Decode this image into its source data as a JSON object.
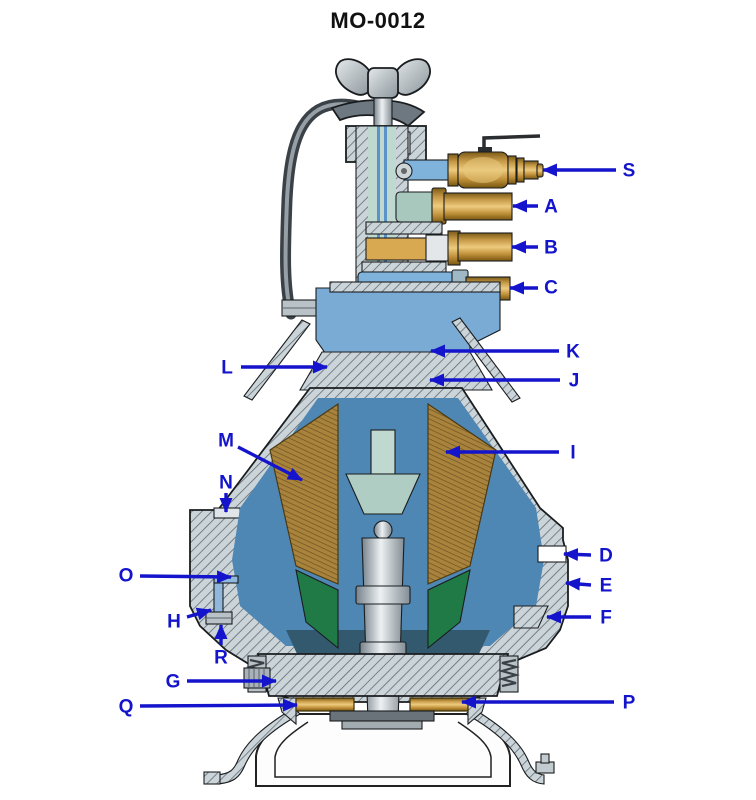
{
  "title": "MO-0012",
  "figure": {
    "kind": "engineering cutaway diagram",
    "subject": "Vertical disc-stack centrifugal separator, cross-section with lettered callouts",
    "background": "#FFFFFF"
  },
  "colors": {
    "label_blue": "#1414CC",
    "brass": "#C69A48",
    "pipe_blue": "#7FB3DC",
    "liquid_blue": "#4E86B4",
    "casing_gray": "#CBD4D8",
    "disc_amber": "#A9823C",
    "liner_green": "#1F7A45",
    "metal_gray": "#AEB7BC",
    "outline_black": "#1A1D1F"
  },
  "callouts": [
    {
      "id": "S",
      "side": "right",
      "arrow": "left"
    },
    {
      "id": "A",
      "side": "right",
      "arrow": "left"
    },
    {
      "id": "B",
      "side": "right",
      "arrow": "left"
    },
    {
      "id": "C",
      "side": "right",
      "arrow": "left"
    },
    {
      "id": "K",
      "side": "right",
      "arrow": "left"
    },
    {
      "id": "J",
      "side": "right",
      "arrow": "left"
    },
    {
      "id": "I",
      "side": "right",
      "arrow": "left"
    },
    {
      "id": "D",
      "side": "right",
      "arrow": "left"
    },
    {
      "id": "E",
      "side": "right",
      "arrow": "left"
    },
    {
      "id": "F",
      "side": "right",
      "arrow": "left"
    },
    {
      "id": "P",
      "side": "right",
      "arrow": "left"
    },
    {
      "id": "L",
      "side": "left",
      "arrow": "right"
    },
    {
      "id": "M",
      "side": "left",
      "arrow": "down-right"
    },
    {
      "id": "N",
      "side": "left",
      "arrow": "down"
    },
    {
      "id": "O",
      "side": "left",
      "arrow": "right"
    },
    {
      "id": "H",
      "side": "left",
      "arrow": "up-right"
    },
    {
      "id": "R",
      "side": "left",
      "arrow": "up"
    },
    {
      "id": "G",
      "side": "left",
      "arrow": "right"
    },
    {
      "id": "Q",
      "side": "left",
      "arrow": "right"
    }
  ]
}
